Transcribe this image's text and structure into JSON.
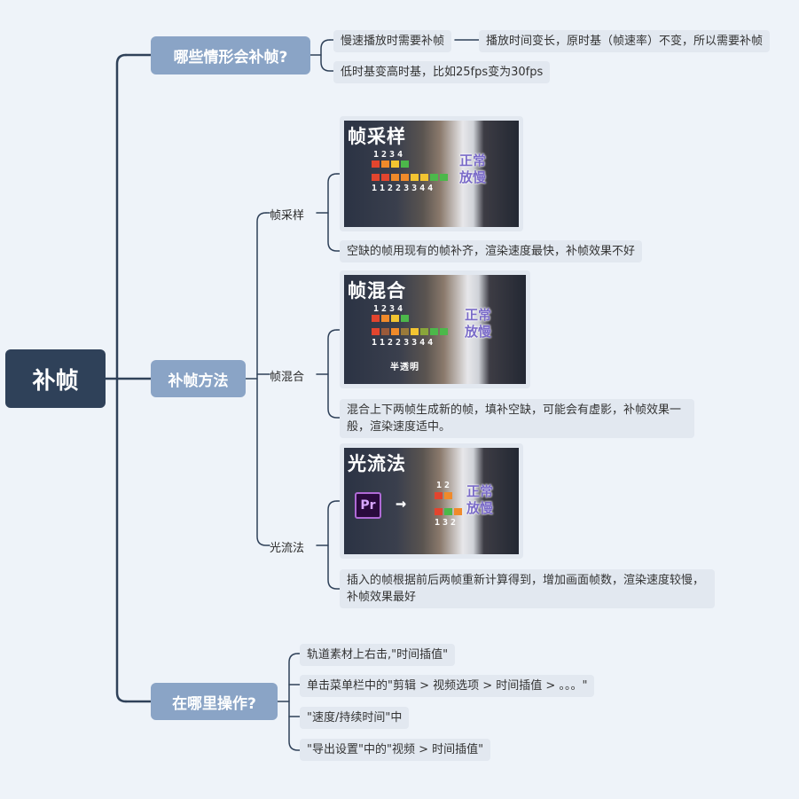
{
  "root": {
    "label": "补帧"
  },
  "when": {
    "label": "哪些情形会补帧?",
    "items": [
      {
        "label": "慢速播放时需要补帧",
        "detail": "播放时间变长，原时基（帧速率）不变，所以需要补帧"
      },
      {
        "label": "低时基变高时基，比如25fps变为30fps"
      }
    ]
  },
  "methods": {
    "label": "补帧方法",
    "items": [
      {
        "label": "帧采样",
        "image": {
          "title": "帧采样",
          "top_digits": "1234",
          "bottom_digits": "11223344",
          "overlay_top": "正常",
          "overlay_bottom": "放慢"
        },
        "desc": "空缺的帧用现有的帧补齐，渲染速度最快，补帧效果不好"
      },
      {
        "label": "帧混合",
        "image": {
          "title": "帧混合",
          "top_digits": "1234",
          "bottom_digits": "11223344",
          "overlay_top": "正常",
          "overlay_bottom": "放慢",
          "annotation": "半透明"
        },
        "desc": "混合上下两帧生成新的帧，填补空缺，可能会有虚影，补帧效果一般，渲染速度适中。"
      },
      {
        "label": "光流法",
        "image": {
          "title": "光流法",
          "app_icon": "Pr",
          "arrow": "→",
          "top_digits": "12",
          "bottom_digits": "132",
          "overlay_top": "正常",
          "overlay_bottom": "放慢"
        },
        "desc": "插入的帧根据前后两帧重新计算得到，增加画面帧数，渲染速度较慢，补帧效果最好"
      }
    ]
  },
  "where": {
    "label": "在哪里操作?",
    "items": [
      {
        "label": "轨道素材上右击,\"时间插值\""
      },
      {
        "label": "单击菜单栏中的\"剪辑 > 视频选项 > 时间插值 > 。。。\""
      },
      {
        "label": "\"速度/持续时间\"中"
      },
      {
        "label": "\"导出设置\"中的\"视频 > 时间插值\""
      }
    ]
  },
  "colors": {
    "background": "#eef3f9",
    "root": "#2f4159",
    "branch": "#8aa4c6",
    "leaf": "#e2e8f0",
    "line": "#2f4159",
    "sq_red": "#e2452e",
    "sq_orange": "#f08a2a",
    "sq_yellow": "#f3c531",
    "sq_green": "#4cb84a",
    "sq_brown": "#9a5a3a",
    "overlay_text": "#7a6bc8"
  }
}
